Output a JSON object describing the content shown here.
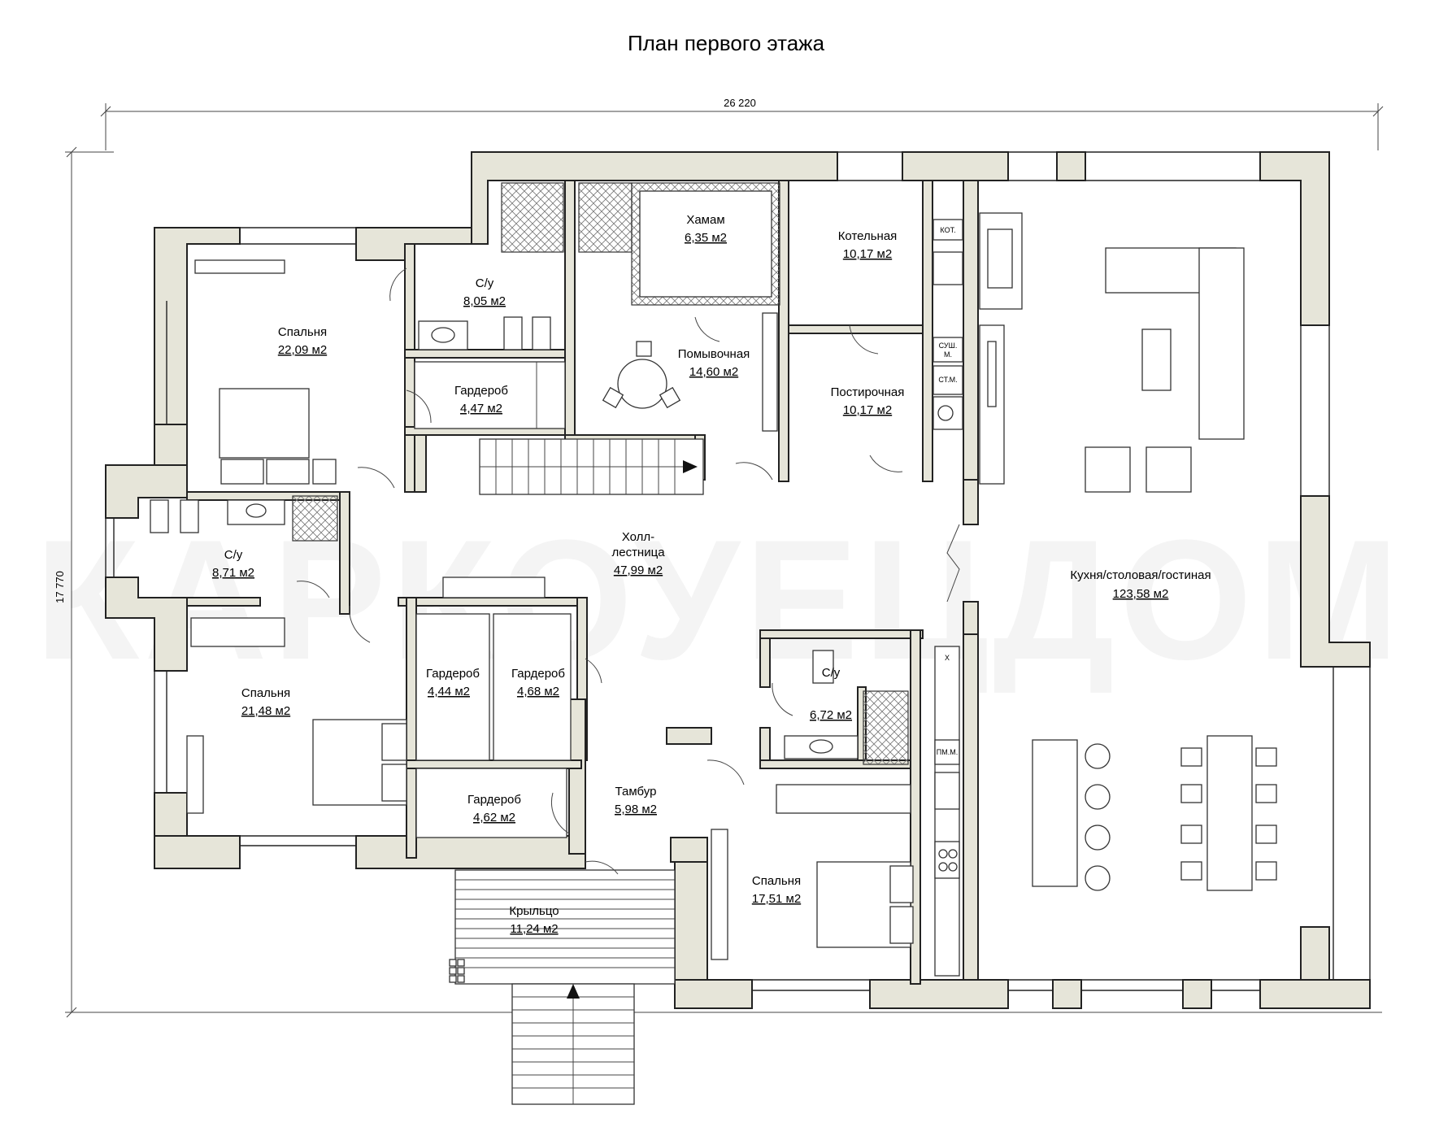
{
  "title": "План первого этажа",
  "watermark": "КАРКОУЕЦДОМ",
  "dimensions": {
    "width_label": "26 220",
    "height_label": "17 770"
  },
  "rooms": [
    {
      "id": "bedroom1",
      "name": "Спальня",
      "area": "22,09 м2"
    },
    {
      "id": "wc1",
      "name": "С/у",
      "area": "8,05 м2"
    },
    {
      "id": "wardrobe1",
      "name": "Гардероб",
      "area": "4,47 м2"
    },
    {
      "id": "hamam",
      "name": "Хамам",
      "area": "6,35 м2"
    },
    {
      "id": "washroom",
      "name": "Помывочная",
      "area": "14,60 м2"
    },
    {
      "id": "boiler",
      "name": "Котельная",
      "area": "10,17 м2"
    },
    {
      "id": "laundry",
      "name": "Постирочная",
      "area": "10,17 м2"
    },
    {
      "id": "wc2",
      "name": "С/у",
      "area": "8,71 м2"
    },
    {
      "id": "hall",
      "name": "Холл-",
      "name2": "лестница",
      "area": "47,99 м2"
    },
    {
      "id": "kitchen",
      "name": "Кухня/столовая/гостиная",
      "area": "123,58 м2"
    },
    {
      "id": "bedroom2",
      "name": "Спальня",
      "area": "21,48 м2"
    },
    {
      "id": "wardrobe2",
      "name": "Гардероб",
      "area": "4,44 м2"
    },
    {
      "id": "wardrobe3",
      "name": "Гардероб",
      "area": "4,68 м2"
    },
    {
      "id": "wc3",
      "name": "С/у",
      "area": "6,72 м2"
    },
    {
      "id": "wardrobe4",
      "name": "Гардероб",
      "area": "4,62 м2"
    },
    {
      "id": "vestibule",
      "name": "Тамбур",
      "area": "5,98 м2"
    },
    {
      "id": "bedroom3",
      "name": "Спальня",
      "area": "17,51 м2"
    },
    {
      "id": "porch",
      "name": "Крыльцо",
      "area": "11,24 м2"
    }
  ],
  "equipment_labels": {
    "boiler": "КОТ.",
    "dryer_1": "СУШ.",
    "dryer_2": "М.",
    "washer": "СТ.М.",
    "dishwasher": "ПМ.М.",
    "fridge": "Х"
  }
}
